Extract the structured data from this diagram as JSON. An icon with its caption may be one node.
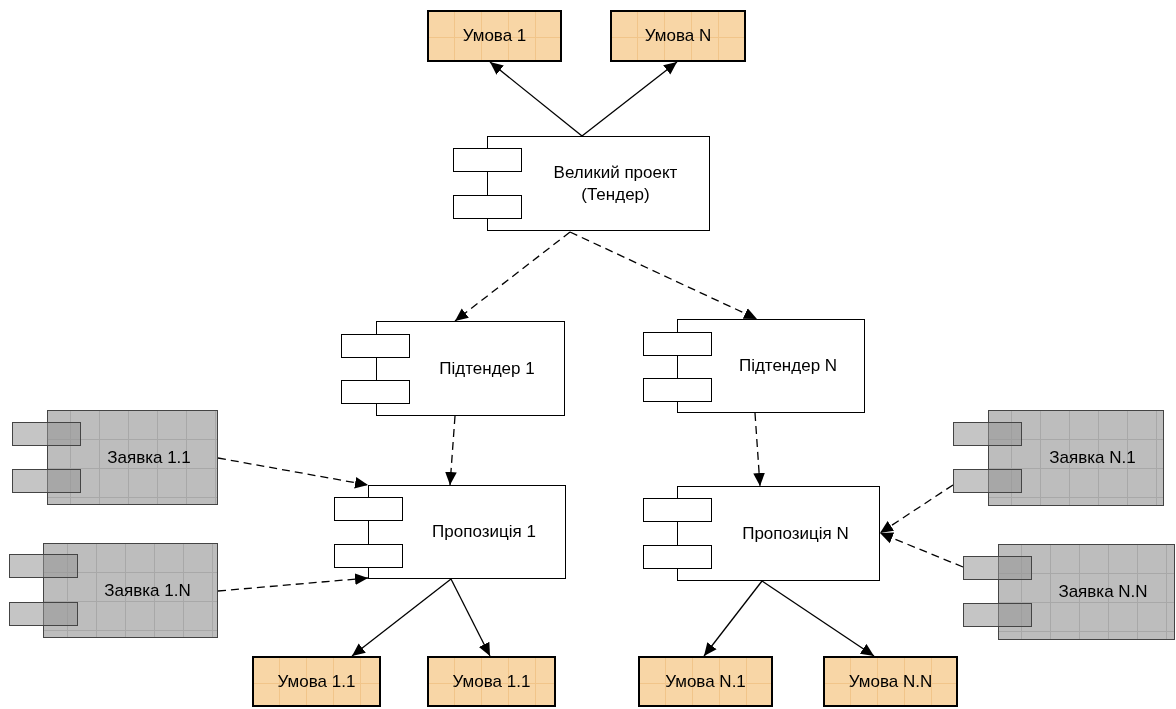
{
  "diagram": {
    "nodes": [
      {
        "text": [
          "Умова 1"
        ]
      },
      {
        "text": [
          "Умова N"
        ]
      },
      {
        "text": [
          "Великий проект (Тендер)"
        ]
      },
      {
        "text": [
          "Підтендер 1"
        ]
      },
      {
        "text": [
          "Підтендер N"
        ]
      },
      {
        "text": [
          "Заявка 1.1"
        ]
      },
      {
        "text": [
          "Заявка 1.N"
        ]
      },
      {
        "text": [
          "Пропозиція 1"
        ]
      },
      {
        "text": [
          "Пропозиція N"
        ]
      },
      {
        "text": [
          "Заявка N.1"
        ]
      },
      {
        "text": [
          "Заявка N.N"
        ]
      },
      {
        "text": [
          "Умова 1.1"
        ]
      },
      {
        "text": [
          "Умова 1.1"
        ]
      },
      {
        "text": [
          "Умова N.1"
        ]
      },
      {
        "text": [
          "Умова N.N"
        ]
      }
    ],
    "edges": [
      {
        "from": 2,
        "to": 0,
        "arrow": "to"
      },
      {
        "from": 2,
        "to": 1,
        "arrow": "to"
      },
      {
        "from": 2,
        "to": 3,
        "arrow": "to",
        "style": "dashed"
      },
      {
        "from": 2,
        "to": 4,
        "arrow": "to",
        "style": "dashed"
      },
      {
        "from": 3,
        "to": 7,
        "arrow": "to",
        "style": "dashed"
      },
      {
        "from": 4,
        "to": 8,
        "arrow": "to",
        "style": "dashed"
      },
      {
        "from": 5,
        "to": 7,
        "arrow": "to",
        "style": "dashed"
      },
      {
        "from": 6,
        "to": 7,
        "arrow": "to",
        "style": "dashed"
      },
      {
        "from": 9,
        "to": 8,
        "arrow": "to",
        "style": "dashed"
      },
      {
        "from": 10,
        "to": 8,
        "arrow": "to",
        "style": "dashed"
      },
      {
        "from": 7,
        "to": 11,
        "arrow": "to"
      },
      {
        "from": 7,
        "to": 12,
        "arrow": "to"
      },
      {
        "from": 8,
        "to": 13,
        "arrow": "to"
      },
      {
        "from": 8,
        "to": 14,
        "arrow": "to"
      }
    ]
  }
}
